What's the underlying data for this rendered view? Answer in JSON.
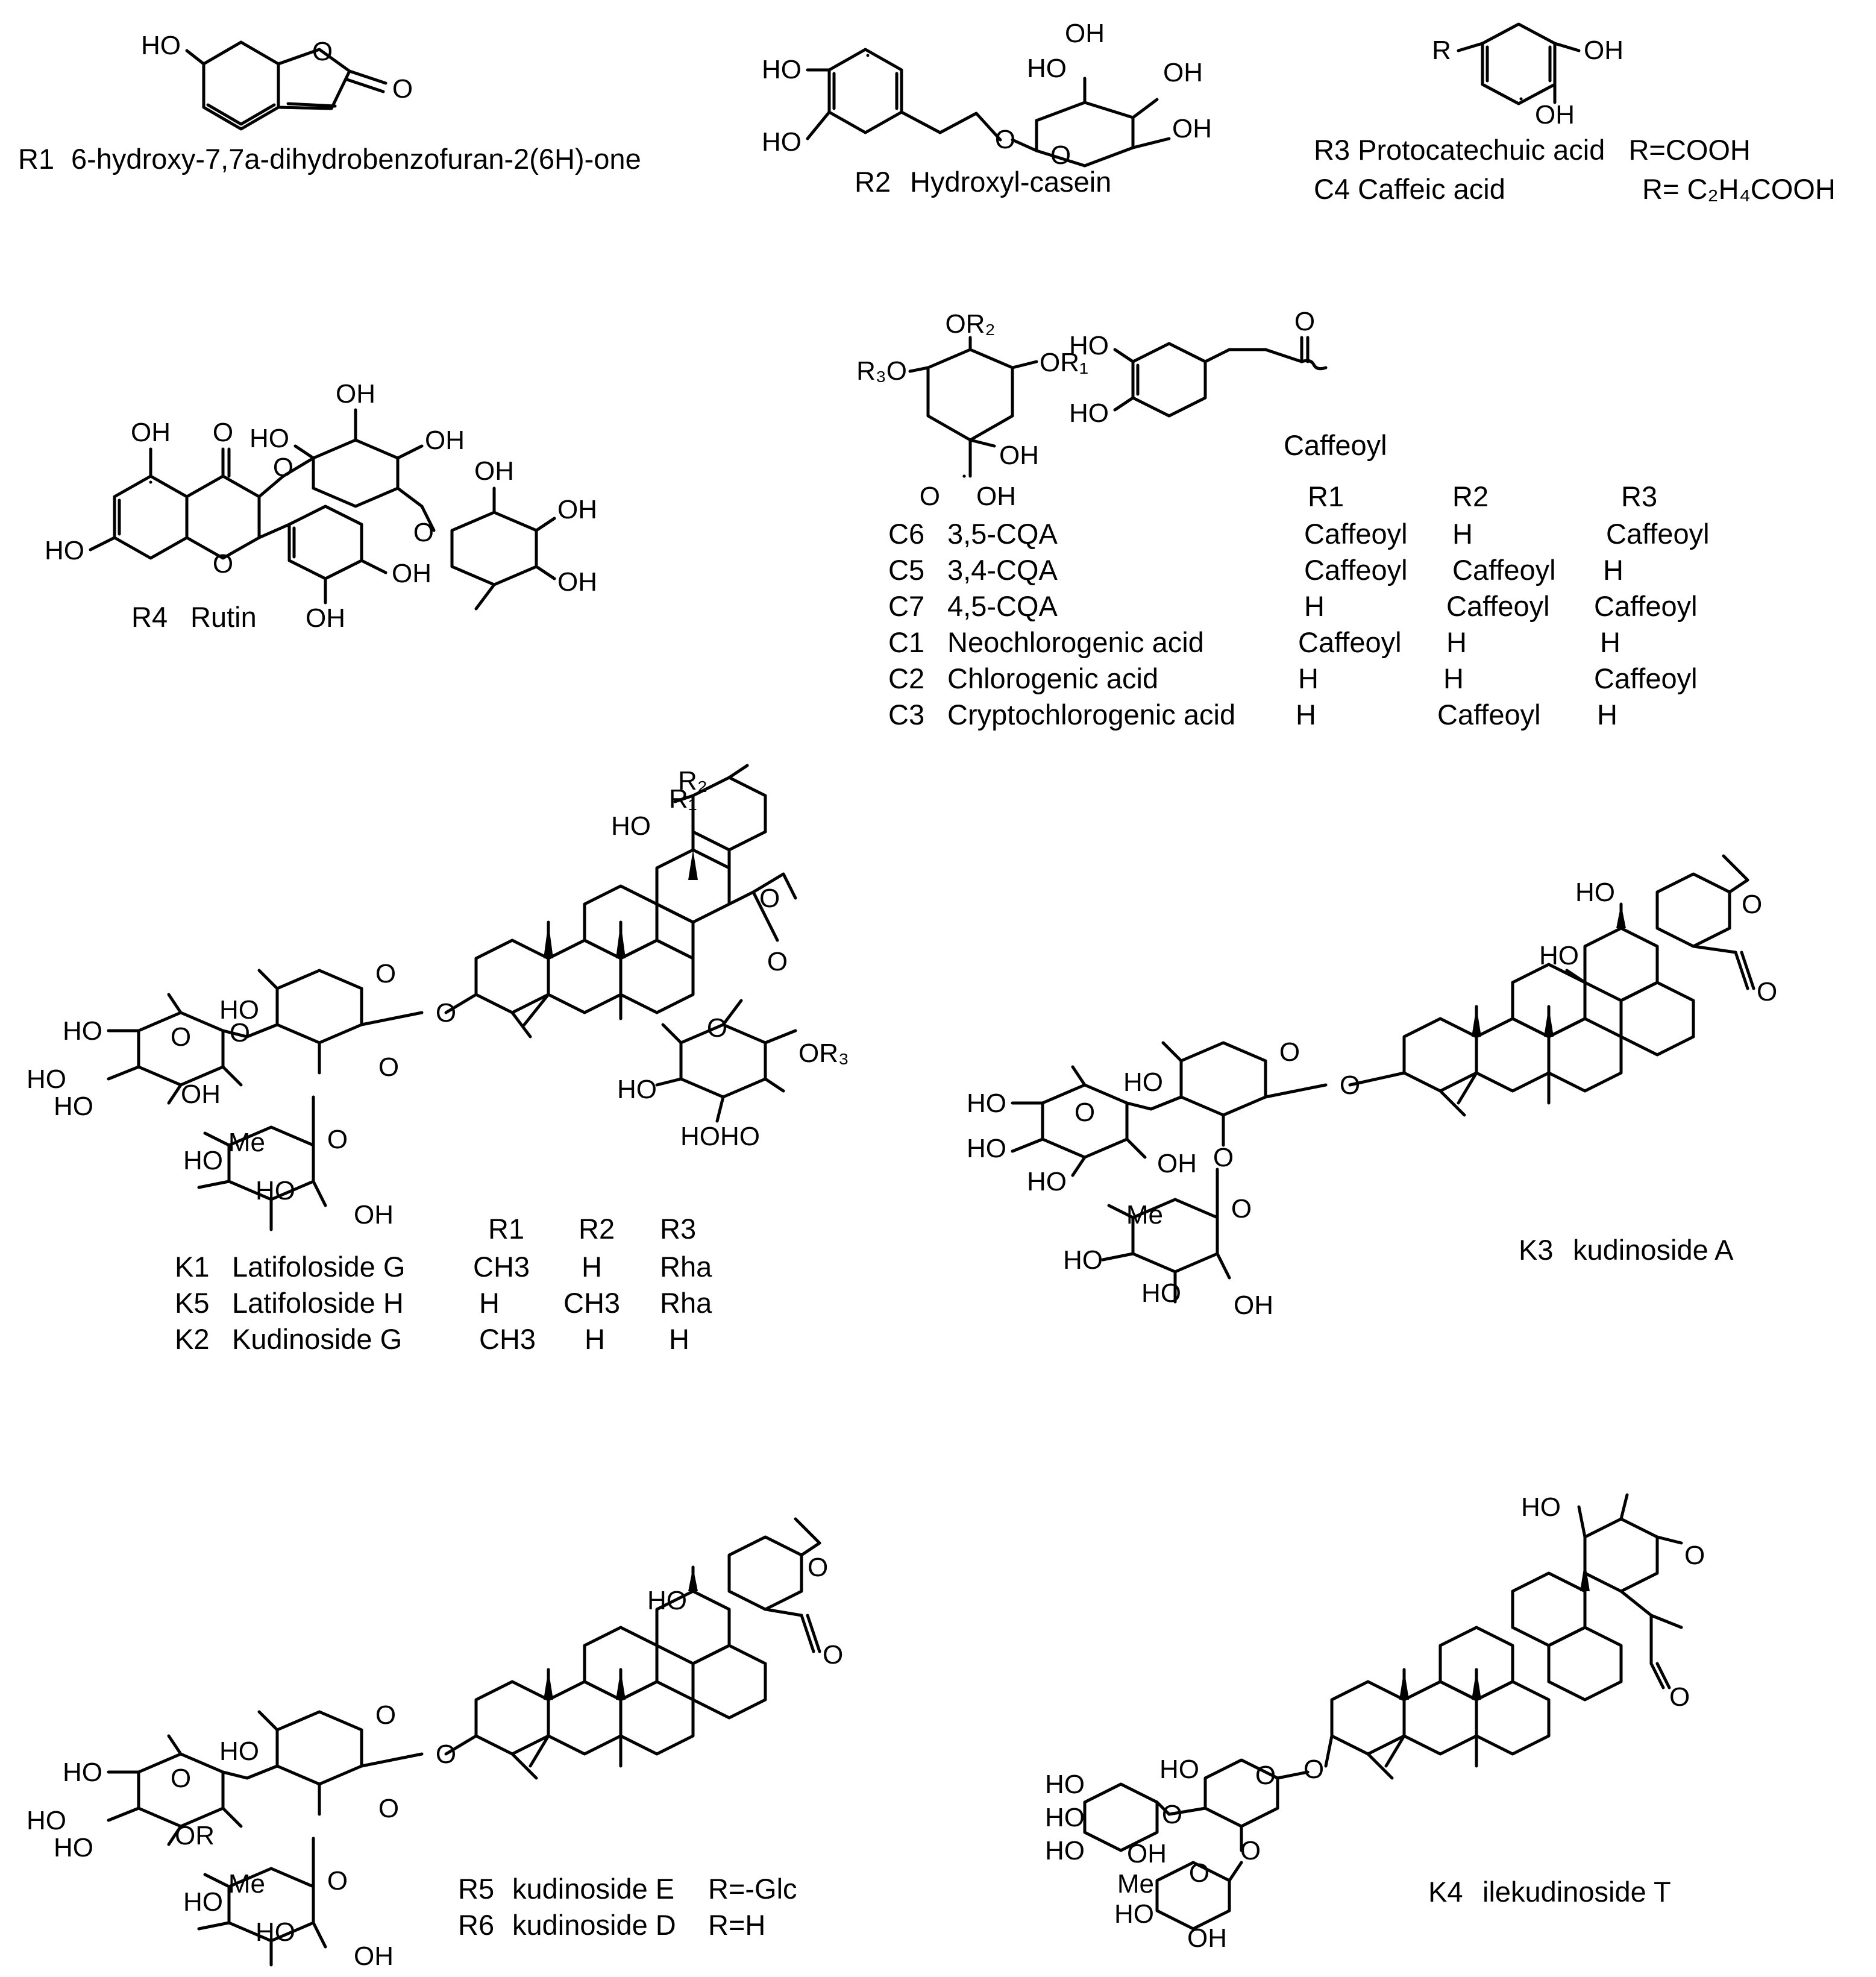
{
  "structures": {
    "r1": {
      "code": "R1",
      "name": "6-hydroxy-7,7a-dihydrobenzofuran-2(6H)-one",
      "ho": "HO",
      "ring_o": "O",
      "carbonyl_o": "O"
    },
    "r2": {
      "code": "R2",
      "name": "Hydroxyl-casein",
      "ho": "HO",
      "oh": "OH",
      "ring_o": "O",
      "link_o": "O"
    },
    "r3c4": {
      "r": "R",
      "oh": "OH",
      "r3_line": "R3 Protocatechuic acid   R=COOH",
      "c4_line": "C4 Caffeic acid",
      "c4_sub": "R= C₂H₄COOH"
    },
    "r4": {
      "code": "R4",
      "name": "Rutin",
      "ho": "HO",
      "oh": "OH",
      "o": "O"
    },
    "cqa": {
      "caffeoyl_label": "Caffeoyl",
      "or1": "OR₁",
      "or2": "OR₂",
      "r3o": "R₃O",
      "oh": "OH",
      "o": "O",
      "ho": "HO",
      "headers": [
        "R1",
        "R2",
        "R3"
      ],
      "rows": [
        {
          "code": "C6",
          "name": "3,5-CQA",
          "r1": "Caffeoyl",
          "r2": "H",
          "r3": "Caffeoyl"
        },
        {
          "code": "C5",
          "name": "3,4-CQA",
          "r1": "Caffeoyl",
          "r2": "Caffeoyl",
          "r3": "H"
        },
        {
          "code": "C7",
          "name": "4,5-CQA",
          "r1": "H",
          "r2": "Caffeoyl",
          "r3": "Caffeoyl"
        },
        {
          "code": "C1",
          "name": "Neochlorogenic acid",
          "r1": "Caffeoyl",
          "r2": "H",
          "r3": "H"
        },
        {
          "code": "C2",
          "name": "Chlorogenic acid",
          "r1": "H",
          "r2": "H",
          "r3": "Caffeoyl"
        },
        {
          "code": "C3",
          "name": "Cryptochlorogenic acid",
          "r1": "H",
          "r2": "Caffeoyl",
          "r3": "H"
        }
      ]
    },
    "k_series": {
      "headers": [
        "R1",
        "R2",
        "R3"
      ],
      "rows": [
        {
          "code": "K1",
          "name": "Latifoloside G",
          "r1": "CH3",
          "r2": "H",
          "r3": "Rha"
        },
        {
          "code": "K5",
          "name": "Latifoloside H",
          "r1": "H",
          "r2": "CH3",
          "r3": "Rha"
        },
        {
          "code": "K2",
          "name": "Kudinoside G",
          "r1": "CH3",
          "r2": "H",
          "r3": "H"
        }
      ],
      "labels": {
        "ho": "HO",
        "oh": "OH",
        "o": "O",
        "me": "Me",
        "or3": "OR₃",
        "r1": "R₁",
        "r2": "R₂",
        "hoho": "HOHO"
      }
    },
    "k3": {
      "code": "K3",
      "name": "kudinoside A"
    },
    "r5r6": {
      "r5_code": "R5",
      "r5_name": "kudinoside E",
      "r5_r": "R=-Glc",
      "r6_code": "R6",
      "r6_name": "kudinoside D",
      "r6_r": "R=H",
      "or_label": "OR"
    },
    "k4": {
      "code": "K4",
      "name": "ilekudinoside T"
    }
  }
}
